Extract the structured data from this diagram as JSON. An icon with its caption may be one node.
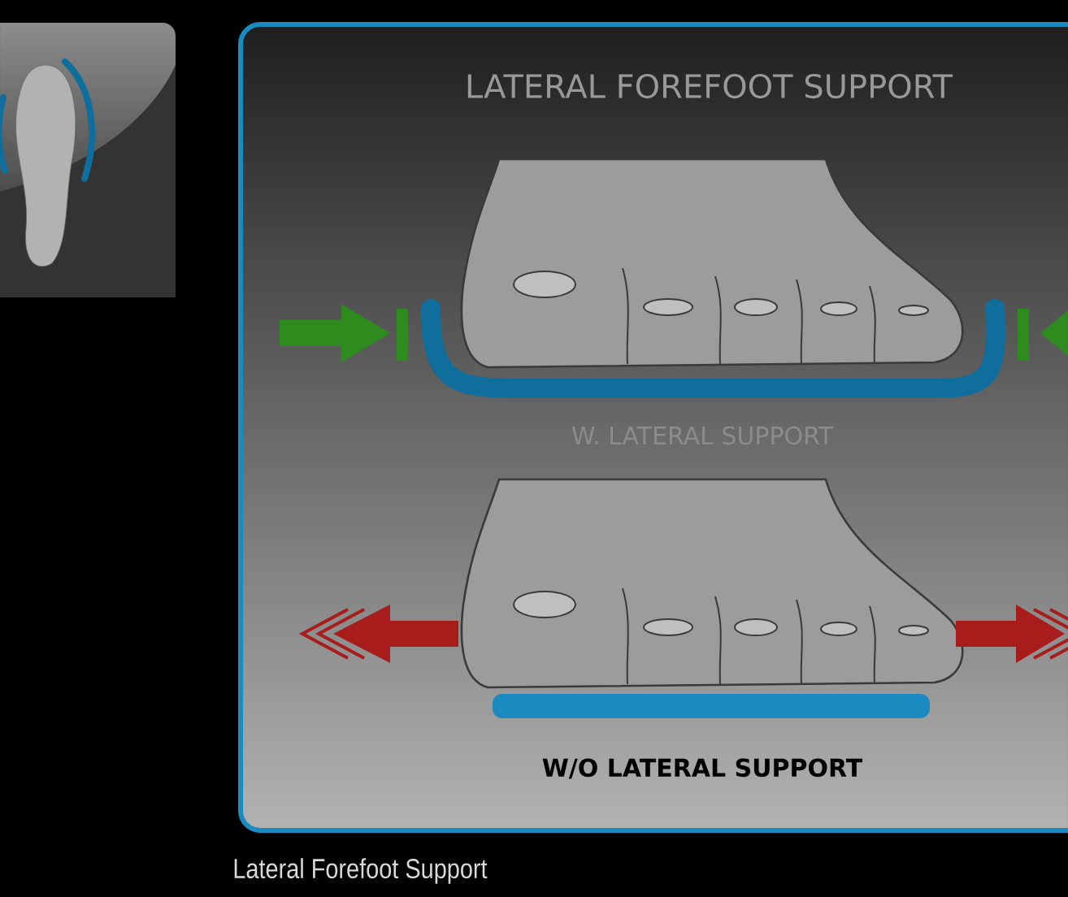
{
  "diagram": {
    "title": "LATERAL FOREFOOT SUPPORT",
    "caption": "Lateral Forefoot Support",
    "labels": [
      "W. LATERAL SUPPORT",
      "W/O LATERAL SUPPORT"
    ]
  }
}
